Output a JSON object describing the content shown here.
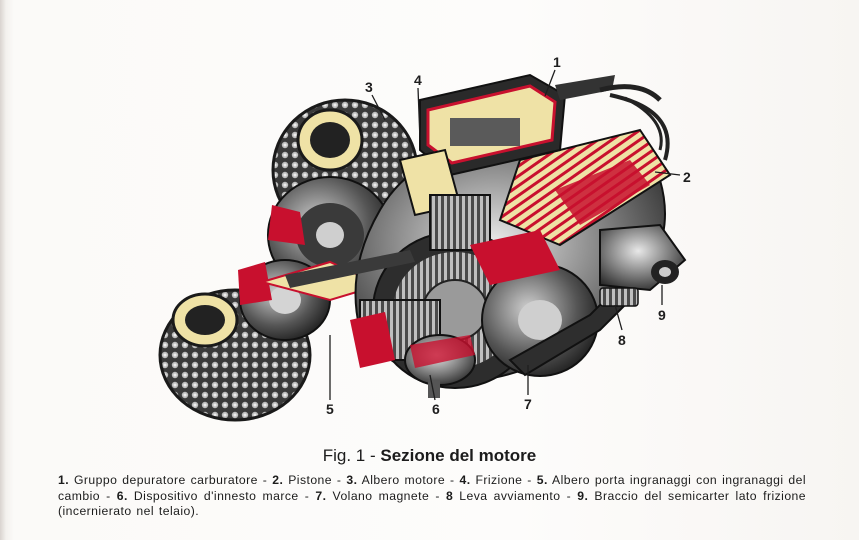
{
  "figure": {
    "callouts": [
      {
        "id": "1",
        "label": "1"
      },
      {
        "id": "2",
        "label": "2"
      },
      {
        "id": "3",
        "label": "3"
      },
      {
        "id": "4",
        "label": "4"
      },
      {
        "id": "5",
        "label": "5"
      },
      {
        "id": "6",
        "label": "6"
      },
      {
        "id": "7",
        "label": "7"
      },
      {
        "id": "8",
        "label": "8"
      },
      {
        "id": "9",
        "label": "9"
      }
    ],
    "colors": {
      "metal_dark": "#2a2a2a",
      "metal_mid": "#6b6b6b",
      "metal_light": "#b9b9b9",
      "cutaway_red": "#c8102e",
      "casing_cream": "#efe2a6"
    }
  },
  "caption": {
    "prefix": "Fig. 1 - ",
    "title": "Sezione del motore"
  },
  "legend": [
    {
      "num": "1.",
      "text": " Gruppo depuratore carburatore - "
    },
    {
      "num": "2.",
      "text": " Pistone - "
    },
    {
      "num": "3.",
      "text": " Albero motore - "
    },
    {
      "num": "4.",
      "text": " Frizione - "
    },
    {
      "num": "5.",
      "text": " Albero porta ingranaggi con ingranaggi del cambio - "
    },
    {
      "num": "6.",
      "text": " Dispositivo d'innesto marce - "
    },
    {
      "num": "7.",
      "text": " Volano magnete - "
    },
    {
      "num": "8",
      "text": " Leva avviamento - "
    },
    {
      "num": "9.",
      "text": " Braccio del semicarter lato frizione (incernierato nel telaio)."
    }
  ]
}
